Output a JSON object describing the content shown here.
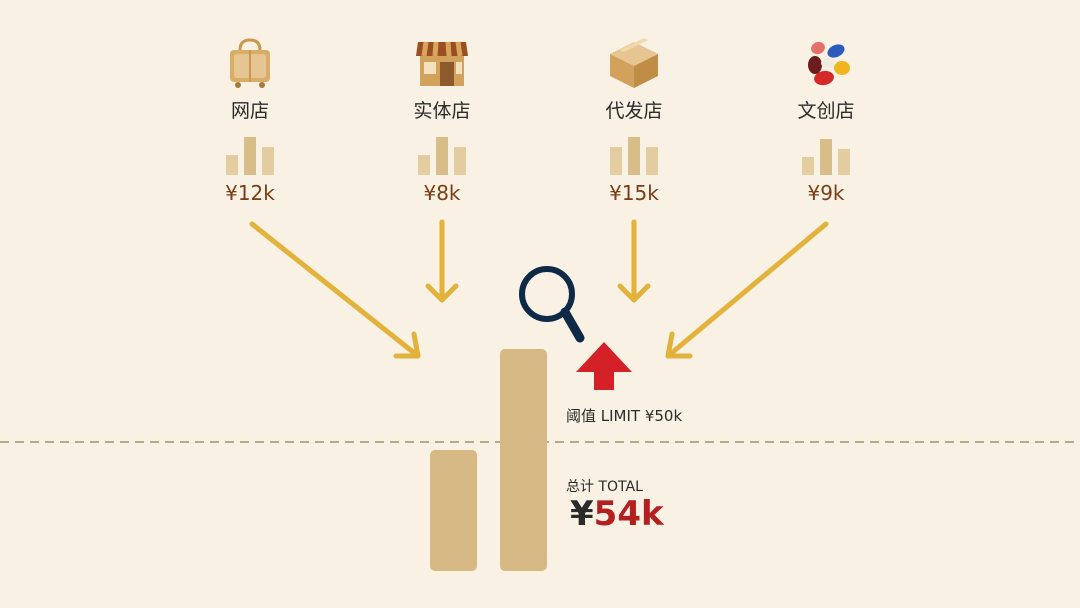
{
  "stores": [
    {
      "name": "网店",
      "amount": "¥12k",
      "icon": "shopping-bag-icon"
    },
    {
      "name": "实体店",
      "amount": "¥8k",
      "icon": "storefront-icon"
    },
    {
      "name": "代发店",
      "amount": "¥15k",
      "icon": "box-icon"
    },
    {
      "name": "文创店",
      "amount": "¥9k",
      "icon": "palette-icon"
    }
  ],
  "threshold": {
    "label": "阈值 LIMIT ¥50k"
  },
  "total": {
    "caption": "总计 TOTAL",
    "currency": "¥",
    "value": "54k"
  },
  "colors": {
    "background": "#f8f1e4",
    "arrow": "#e2b23a",
    "bar": "#d7b985",
    "alert": "#d42027",
    "magnifier": "#0e2a47",
    "amount_text": "#7a3d16",
    "total_value": "#b3201f"
  }
}
